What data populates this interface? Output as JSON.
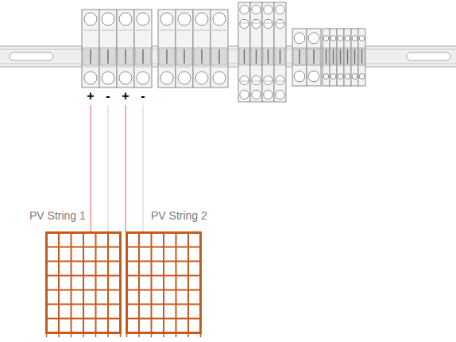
{
  "diagram": {
    "nodes": [
      {
        "text": [
          "PV String 1"
        ]
      },
      {
        "text": [
          "PV String 2"
        ]
      }
    ],
    "labels": [
      "+",
      "-",
      "+",
      "-"
    ]
  }
}
